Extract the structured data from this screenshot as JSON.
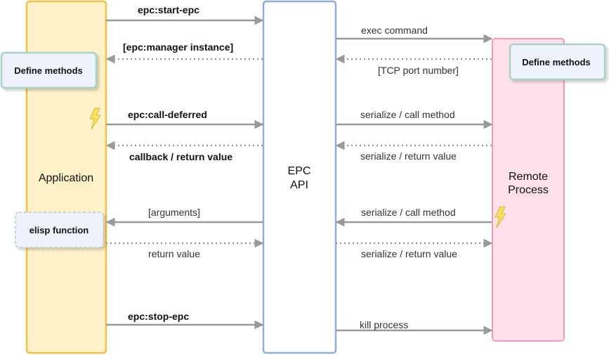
{
  "participants": {
    "application": {
      "label": "Application",
      "fill": "#fff1c8",
      "stroke": "#f5c043"
    },
    "epc_api": {
      "line1": "EPC",
      "line2": "API",
      "fill": "#ffffff",
      "stroke": "#8eaee0"
    },
    "remote": {
      "line1": "Remote",
      "line2": "Process",
      "fill": "#fde0ea",
      "stroke": "#f59ab8"
    }
  },
  "notes": {
    "app_define": "Define methods",
    "remote_define": "Define methods",
    "elisp_function": "elisp function"
  },
  "messages": {
    "start_epc": "epc:start-epc",
    "exec_command": "exec command",
    "manager_instance": "[epc:manager instance]",
    "tcp_port": "[TCP port number]",
    "call_deferred": "epc:call-deferred",
    "serialize_call_1": "serialize / call method",
    "callback_return": "callback / return value",
    "serialize_return_1": "serialize / return value",
    "arguments": "[arguments]",
    "serialize_call_2": "serialize / call method",
    "return_value": "return value",
    "serialize_return_2": "serialize / return value",
    "stop_epc": "epc:stop-epc",
    "kill_process": "kill process"
  },
  "colors": {
    "arrow": "#999999",
    "note_fill": "#eef2fc",
    "note_stroke_teal": "#a6d3c4",
    "note_stroke_gray": "#cfcfcf",
    "lightning": "#f7e25a"
  }
}
